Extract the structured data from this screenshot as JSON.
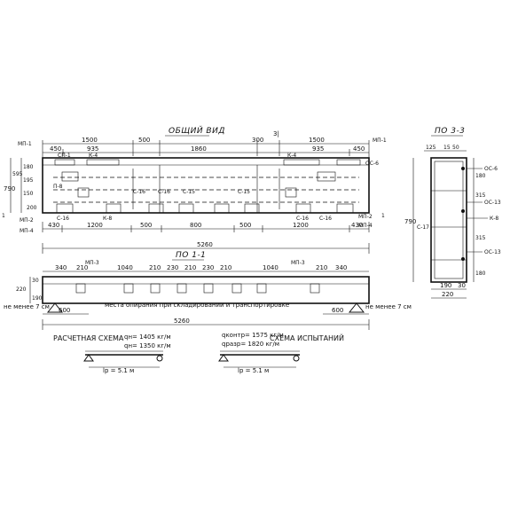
{
  "general_view": {
    "title": "ОБЩИЙ ВИД",
    "marks": [
      "МП-1",
      "МП-1",
      "МП-2",
      "МП-2",
      "МП-4",
      "МП-4",
      "СП-1",
      "К-4",
      "К-4",
      "К-8",
      "П-8",
      "С-16",
      "С-16",
      "С-16",
      "С-16",
      "С-16",
      "С-15",
      "С-15",
      "ОС-6",
      "1",
      "1"
    ],
    "top_dims": [
      "450",
      "1500",
      "935",
      "500",
      "1860",
      "300",
      "3|",
      "1500",
      "935",
      "450"
    ],
    "left_dims": [
      "790",
      "595",
      "180",
      "195",
      "150",
      "200"
    ],
    "bottom_dims": [
      "430",
      "1200",
      "500",
      "800",
      "500",
      "1200",
      "430"
    ],
    "total_length": "5260"
  },
  "section_3_3": {
    "title": "ПО 3-3",
    "top_dims": [
      "125",
      "15",
      "50"
    ],
    "labels": [
      "ОС-6",
      "ОС-13",
      "К-8",
      "ОС-13",
      "С-17"
    ],
    "side_dims": [
      "180",
      "315",
      "315",
      "180"
    ],
    "height": "790",
    "bottom_dims": [
      "190",
      "30",
      "220"
    ]
  },
  "section_1_1": {
    "title": "ПО 1-1",
    "marks": [
      "МП-3",
      "МП-3"
    ],
    "top_dims": [
      "340",
      "210",
      "1040",
      "210",
      "230",
      "210",
      "230",
      "210",
      "1040",
      "210",
      "340"
    ],
    "left_dims": [
      "220",
      "30",
      "190"
    ],
    "total_length": "5260",
    "offset_left": "600",
    "offset_right": "600",
    "note_left": "не менее 7 см",
    "note_right": "не менее 7 см",
    "support_note": "места опирания при складировании и транспортировке"
  },
  "calc_scheme": {
    "title": "РАСЧЕТНАЯ СХЕМА",
    "q1": "qн= 1405 кг/м",
    "q2": "qн= 1350 кг/м",
    "span": "lp = 5.1 м"
  },
  "test_scheme": {
    "title": "СХЕМА ИСПЫТАНИЙ",
    "q1": "qконтр= 1575 кг/м",
    "q2": "qразр= 1820 кг/м",
    "span": "lp = 5.1 м"
  }
}
